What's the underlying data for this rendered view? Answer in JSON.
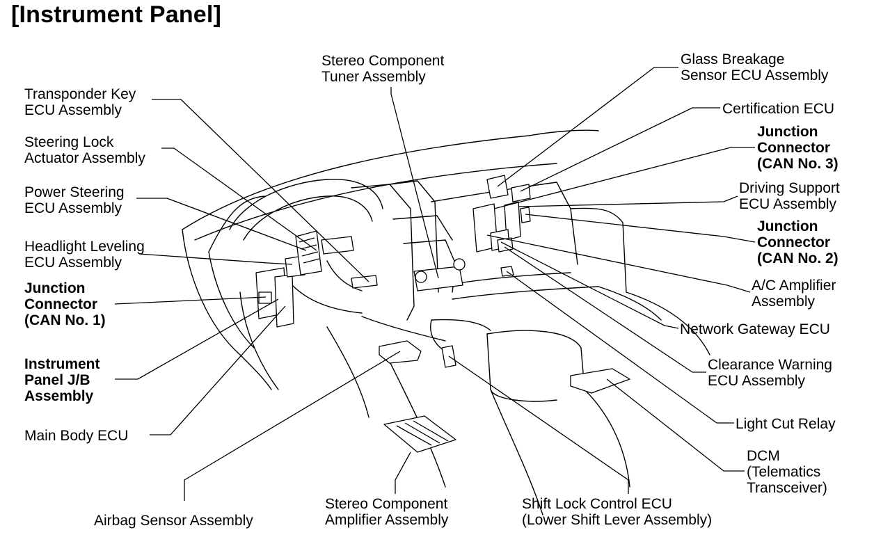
{
  "title": "[Instrument Panel]",
  "labels": {
    "stereo_tuner": "Stereo Component\nTuner Assembly",
    "transponder_key": "Transponder Key\nECU Assembly",
    "steering_lock": "Steering Lock\nActuator Assembly",
    "power_steering": "Power Steering\nECU Assembly",
    "headlight_leveling": "Headlight Leveling\nECU Assembly",
    "junction_can1": "Junction\nConnector\n(CAN No. 1)",
    "instrument_panel_jb": "Instrument\nPanel J/B\nAssembly",
    "main_body_ecu": "Main Body ECU",
    "airbag_sensor": "Airbag Sensor Assembly",
    "stereo_amplifier": "Stereo Component\nAmplifier Assembly",
    "shift_lock": "Shift Lock Control ECU\n(Lower Shift Lever Assembly)",
    "glass_breakage": "Glass Breakage\nSensor ECU Assembly",
    "certification_ecu": "Certification ECU",
    "junction_can3": "Junction\nConnector\n(CAN No. 3)",
    "driving_support": "Driving Support\nECU Assembly",
    "junction_can2": "Junction\nConnector\n(CAN No. 2)",
    "ac_amplifier": "A/C Amplifier\nAssembly",
    "network_gateway": "Network Gateway ECU",
    "clearance_warning": "Clearance Warning\nECU Assembly",
    "light_cut_relay": "Light Cut Relay",
    "dcm": "DCM\n(Telematics\nTransceiver)"
  }
}
